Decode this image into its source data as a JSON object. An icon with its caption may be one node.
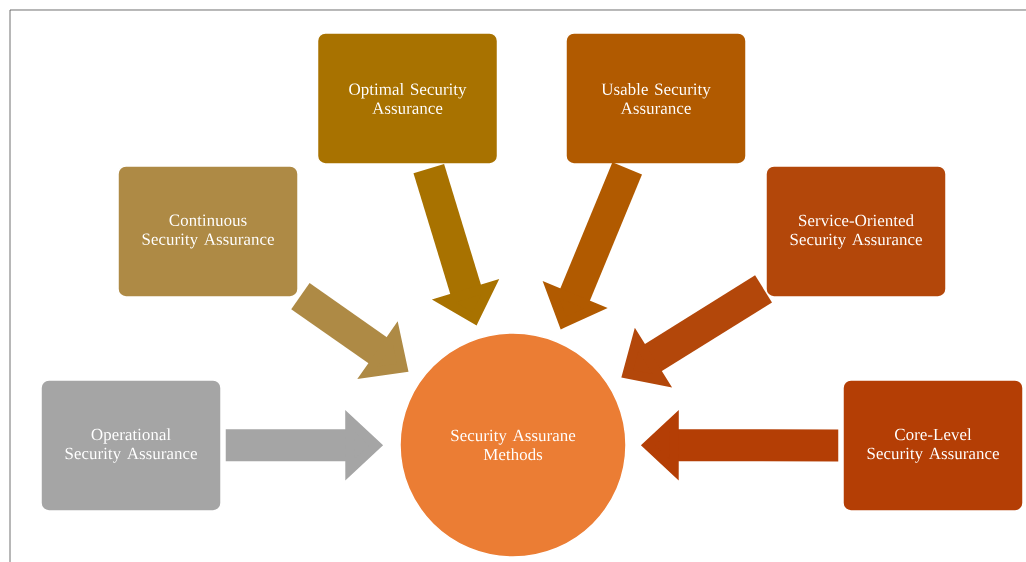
{
  "diagram": {
    "nodes": [
      {
        "text": [
          "Optimal Security Assurance"
        ]
      },
      {
        "text": [
          "Usable Security Assurance"
        ]
      },
      {
        "text": [
          "Continuous Security Assurance"
        ]
      },
      {
        "text": [
          "Service-Oriented Security Assurance"
        ]
      },
      {
        "text": [
          "Operational Security Assurance"
        ]
      },
      {
        "text": [
          "Security Assurane Methods"
        ]
      },
      {
        "text": [
          "Core-Level Security Assurance"
        ]
      }
    ],
    "edges": [
      {
        "from": 0,
        "to": 5,
        "arrow": "to",
        "color": "#a87200"
      },
      {
        "from": 1,
        "to": 5,
        "arrow": "to",
        "color": "#b15a00"
      },
      {
        "from": 2,
        "to": 5,
        "arrow": "to",
        "color": "#ae8a45"
      },
      {
        "from": 3,
        "to": 5,
        "arrow": "to",
        "color": "#b3470a"
      },
      {
        "from": 4,
        "to": 5,
        "arrow": "to",
        "color": "#a5a5a5"
      },
      {
        "from": 6,
        "to": 5,
        "arrow": "to",
        "color": "#b43e05"
      }
    ]
  }
}
